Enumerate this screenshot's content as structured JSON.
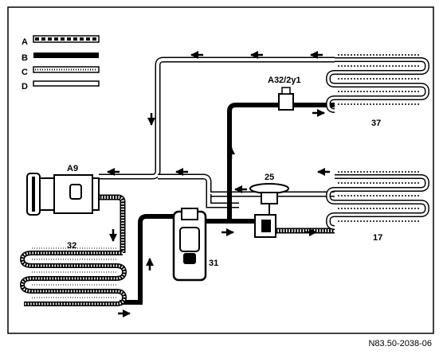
{
  "legend": [
    {
      "key": "A",
      "line_style": "dashed-double",
      "color": "#000000"
    },
    {
      "key": "B",
      "line_style": "solid-double",
      "color": "#000000"
    },
    {
      "key": "C",
      "line_style": "dotted-double",
      "color": "#000000"
    },
    {
      "key": "D",
      "line_style": "thin-double",
      "color": "#000000"
    }
  ],
  "components": {
    "compressor": "A9",
    "condenser": "32",
    "receiver_drier": "31",
    "expansion_valve": "25",
    "front_evaporator": "17",
    "rear_evaporator": "37",
    "shutoff_valve": "A32/2y1"
  },
  "reference_code": "N83.50-2038-06"
}
